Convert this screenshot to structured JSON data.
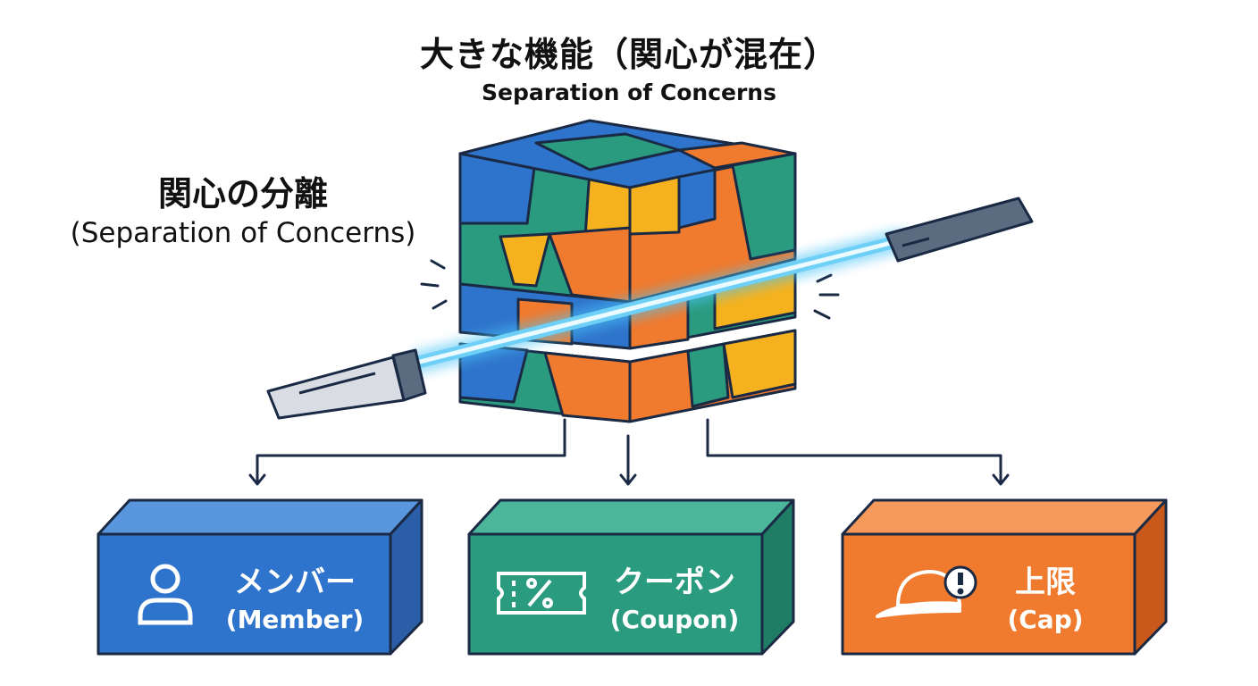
{
  "header": {
    "title_jp": "大きな機能（関心が混在）",
    "title_en": "Separation of Concerns"
  },
  "side_label": {
    "jp": "関心の分離",
    "en": "(Separation of Concerns)"
  },
  "boxes": [
    {
      "label_jp": "メンバー",
      "label_en": "(Member)",
      "icon": "user-icon",
      "color": "#2f74cc"
    },
    {
      "label_jp": "クーポン",
      "label_en": "(Coupon)",
      "icon": "coupon-icon",
      "color": "#2a9b7f"
    },
    {
      "label_jp": "上限",
      "label_en": "(Cap)",
      "icon": "cap-icon",
      "color": "#f07a2e"
    }
  ],
  "colors": {
    "blue": "#2f74cc",
    "green": "#2a9b7f",
    "orange": "#f07a2e",
    "yellow": "#f5b21e",
    "outline": "#1a2a44",
    "laser": "#4cc3f5"
  }
}
